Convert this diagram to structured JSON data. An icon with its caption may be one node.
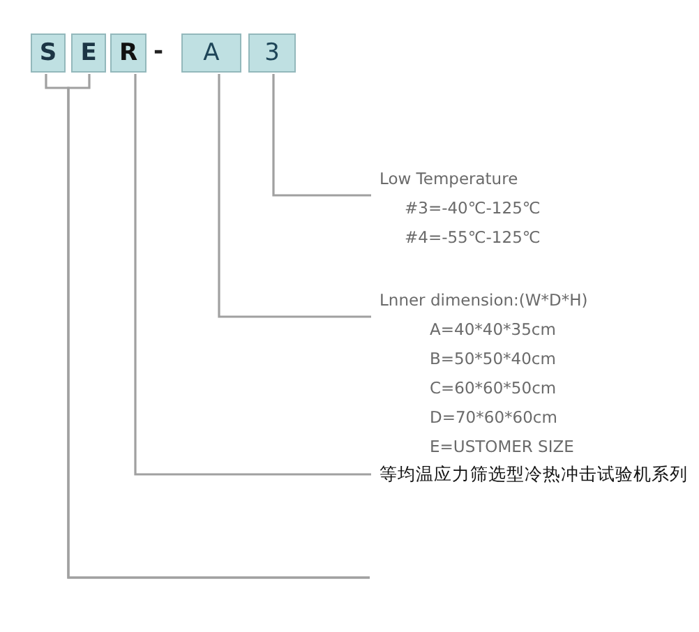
{
  "diagram": {
    "nodes": [
      {
        "text": [
          "S"
        ]
      },
      {
        "text": [
          "E"
        ]
      },
      {
        "text": [
          "R"
        ]
      },
      {
        "text": [
          "A"
        ]
      },
      {
        "text": [
          "3"
        ]
      },
      {
        "text": [
          "Low Temperature",
          "#3=-40℃-125℃",
          "#4=-55℃-125℃"
        ]
      },
      {
        "text": [
          "Lnner dimension:(W*D*H)",
          "A=40*40*35cm",
          "B=50*50*40cm",
          "C=60*60*50cm",
          "D=70*60*60cm",
          "E=USTOMER SIZE"
        ]
      },
      {
        "text": [
          "等均温应力筛选型冷热冲击试验机系列"
        ]
      }
    ],
    "edges": [
      {
        "from": 4,
        "to": 5,
        "arrow": "none"
      },
      {
        "from": 3,
        "to": 6,
        "arrow": "none"
      },
      {
        "from": 2,
        "to": 7,
        "arrow": "none"
      },
      {
        "from": 0,
        "to": null,
        "arrow": "none"
      },
      {
        "from": 1,
        "to": null,
        "arrow": "none"
      }
    ],
    "labels": [
      "-"
    ]
  }
}
